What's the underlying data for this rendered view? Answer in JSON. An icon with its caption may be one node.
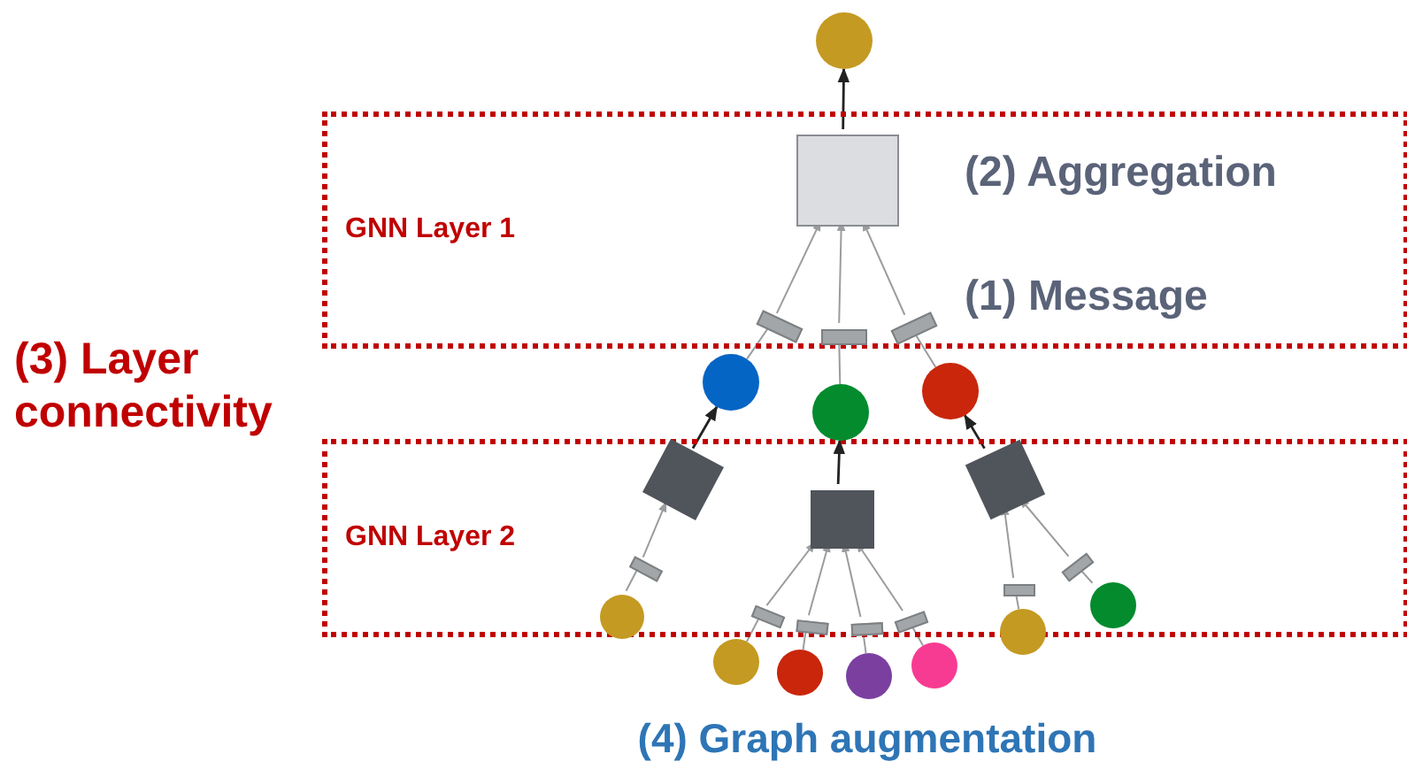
{
  "diagram": {
    "nodes": [
      {
        "text": [
          "GNN Layer 1"
        ]
      },
      {
        "text": [
          "GNN Layer 2"
        ]
      },
      {
        "text": [],
        "shape": "circle"
      },
      {
        "text": [],
        "shape": "box",
        "in": 0
      },
      {
        "text": [],
        "shape": "bar",
        "in": 0
      },
      {
        "text": [],
        "shape": "bar",
        "in": 0
      },
      {
        "text": [],
        "shape": "bar",
        "in": 0
      },
      {
        "text": [],
        "shape": "circle"
      },
      {
        "text": [],
        "shape": "circle"
      },
      {
        "text": [],
        "shape": "circle"
      },
      {
        "text": [],
        "shape": "box",
        "in": 1
      },
      {
        "text": [],
        "shape": "box",
        "in": 1
      },
      {
        "text": [],
        "shape": "box",
        "in": 1
      },
      {
        "text": [],
        "shape": "bar",
        "in": 1
      },
      {
        "text": [],
        "shape": "bar",
        "in": 1
      },
      {
        "text": [],
        "shape": "bar",
        "in": 1
      },
      {
        "text": [],
        "shape": "bar",
        "in": 1
      },
      {
        "text": [],
        "shape": "bar",
        "in": 1
      },
      {
        "text": [],
        "shape": "bar",
        "in": 1
      },
      {
        "text": [],
        "shape": "bar",
        "in": 1
      },
      {
        "text": [],
        "shape": "circle",
        "in": 1
      },
      {
        "text": [],
        "shape": "circle"
      },
      {
        "text": [],
        "shape": "circle"
      },
      {
        "text": [],
        "shape": "circle"
      },
      {
        "text": [],
        "shape": "circle"
      },
      {
        "text": [],
        "shape": "circle"
      },
      {
        "text": [],
        "shape": "circle",
        "in": 1
      }
    ],
    "edges": [
      {
        "from": 3,
        "to": 2,
        "arrow": "to",
        "color": "#222222"
      },
      {
        "from": 7,
        "to": 4,
        "arrow": "none"
      },
      {
        "from": 4,
        "to": 3,
        "arrow": "to"
      },
      {
        "from": 8,
        "to": 5,
        "arrow": "none"
      },
      {
        "from": 5,
        "to": 3,
        "arrow": "to"
      },
      {
        "from": 9,
        "to": 6,
        "arrow": "none"
      },
      {
        "from": 6,
        "to": 3,
        "arrow": "to"
      },
      {
        "from": 10,
        "to": 7,
        "arrow": "to",
        "color": "#222222"
      },
      {
        "from": 11,
        "to": 8,
        "arrow": "to",
        "color": "#222222"
      },
      {
        "from": 12,
        "to": 9,
        "arrow": "to",
        "color": "#222222"
      },
      {
        "from": 20,
        "to": 13,
        "arrow": "none"
      },
      {
        "from": 13,
        "to": 10,
        "arrow": "to"
      },
      {
        "from": 21,
        "to": 14,
        "arrow": "none"
      },
      {
        "from": 14,
        "to": 11,
        "arrow": "to"
      },
      {
        "from": 22,
        "to": 15,
        "arrow": "none"
      },
      {
        "from": 15,
        "to": 11,
        "arrow": "to"
      },
      {
        "from": 23,
        "to": 16,
        "arrow": "none"
      },
      {
        "from": 16,
        "to": 11,
        "arrow": "to"
      },
      {
        "from": 24,
        "to": 17,
        "arrow": "none"
      },
      {
        "from": 17,
        "to": 11,
        "arrow": "to"
      },
      {
        "from": 25,
        "to": 18,
        "arrow": "none"
      },
      {
        "from": 18,
        "to": 12,
        "arrow": "to"
      },
      {
        "from": 26,
        "to": 19,
        "arrow": "none"
      },
      {
        "from": 19,
        "to": 12,
        "arrow": "to"
      }
    ],
    "labels": [
      "(2) Aggregation",
      "(1) Message",
      "(3) Layer connectivity",
      "(4) Graph augmentation"
    ]
  }
}
